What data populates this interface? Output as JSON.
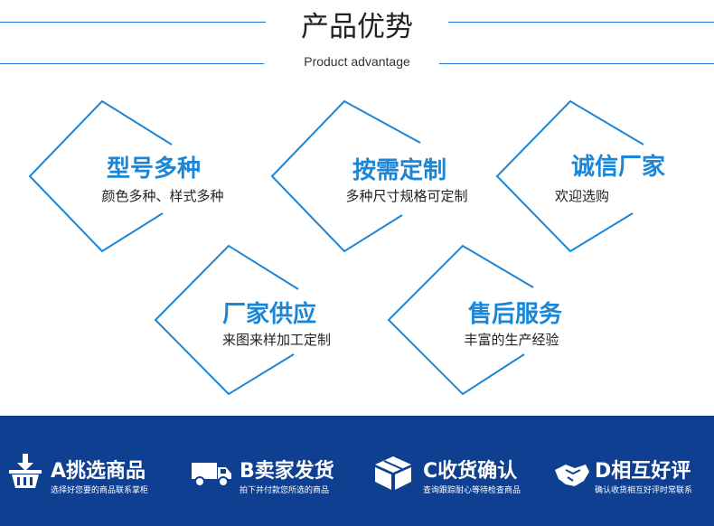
{
  "header": {
    "title_cn": "产品优势",
    "title_en": "Product advantage"
  },
  "features": [
    {
      "title": "型号多种",
      "subtitle": "颜色多种、样式多种"
    },
    {
      "title": "按需定制",
      "subtitle": "多种尺寸规格可定制"
    },
    {
      "title": "诚信厂家",
      "subtitle": "欢迎选购"
    },
    {
      "title": "厂家供应",
      "subtitle": "来图来样加工定制"
    },
    {
      "title": "售后服务",
      "subtitle": "丰富的生产经验"
    }
  ],
  "steps": [
    {
      "title": "A挑选商品",
      "subtitle": "选择好您要的商品联系掌柜",
      "icon": "basket-icon"
    },
    {
      "title": "B卖家发货",
      "subtitle": "拍下并付款您所选的商品",
      "icon": "truck-icon"
    },
    {
      "title": "C收货确认",
      "subtitle": "查询跟踪耐心等待检查商品",
      "icon": "package-icon"
    },
    {
      "title": "D相互好评",
      "subtitle": "确认收货相互好评时常联系",
      "icon": "handshake-icon"
    }
  ],
  "colors": {
    "accent": "#1a86d8",
    "line": "#1a73c8",
    "band": "#0e3f91",
    "text": "#222222"
  }
}
